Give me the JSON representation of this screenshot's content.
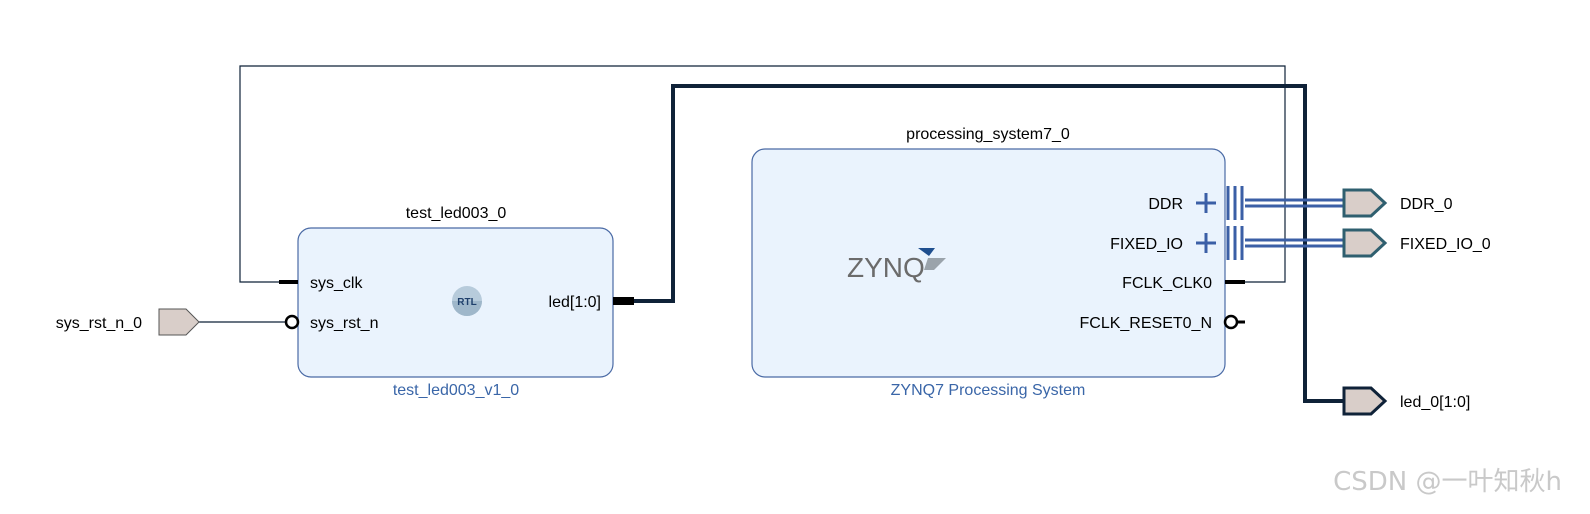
{
  "blocks": {
    "led": {
      "instance_name": "test_led003_0",
      "ip_name": "test_led003_v1_0",
      "badge": "RTL",
      "ports_left": [
        "sys_clk",
        "sys_rst_n"
      ],
      "ports_right": [
        "led[1:0]"
      ]
    },
    "ps": {
      "instance_name": "processing_system7_0",
      "ip_name": "ZYNQ7 Processing System",
      "logo_text": "ZYNQ",
      "ports_right": [
        "DDR",
        "FIXED_IO",
        "FCLK_CLK0",
        "FCLK_RESET0_N"
      ]
    }
  },
  "external_ports": {
    "inputs": [
      "sys_rst_n_0"
    ],
    "outputs": [
      "DDR_0",
      "FIXED_IO_0",
      "led_0[1:0]"
    ]
  },
  "watermark": "CSDN @一叶知秋h",
  "colors": {
    "block_fill": "#eaf3fd",
    "block_stroke": "#4a6aa5",
    "wire": "#0f2238",
    "bus": "#3b5fa6",
    "port_fill": "#d9cec9",
    "port_stroke_bus": "#2f5f6f",
    "subtitle": "#3a66a8"
  }
}
